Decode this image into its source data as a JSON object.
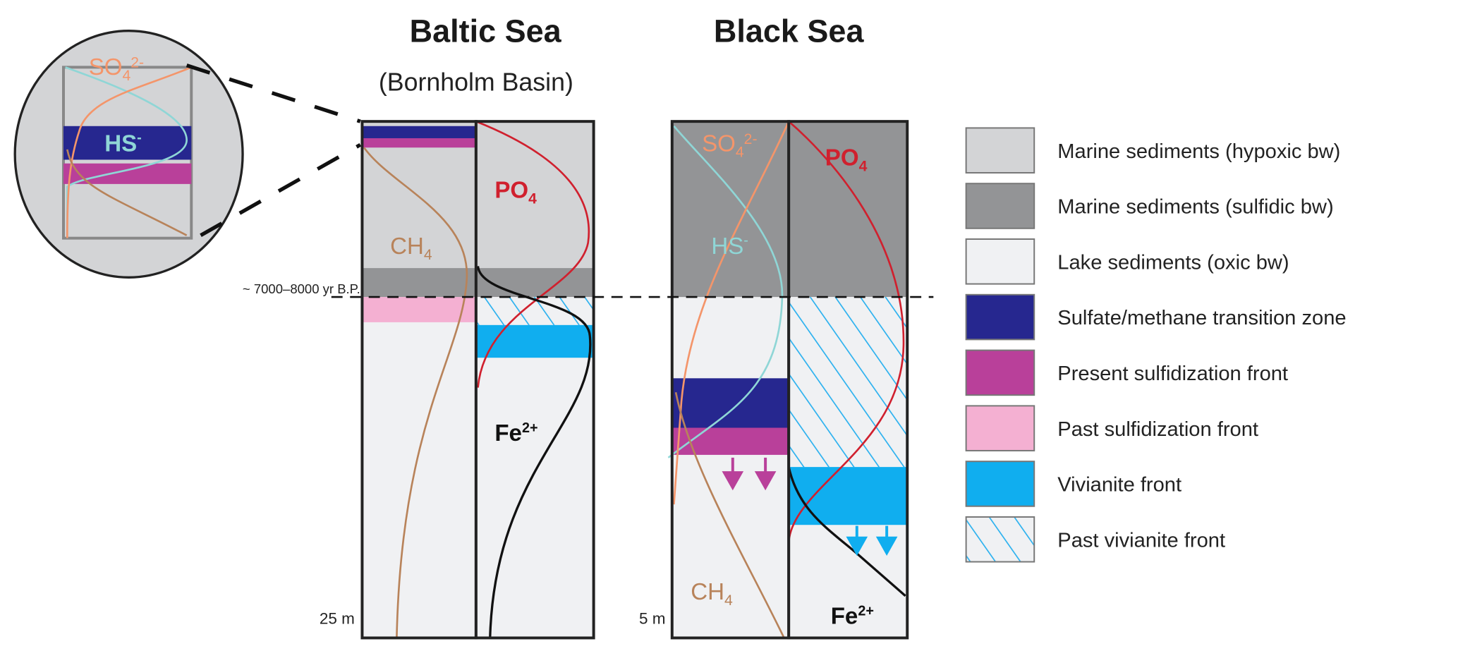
{
  "titles": {
    "baltic": "Baltic Sea",
    "baltic_sub": "(Bornholm Basin)",
    "black": "Black Sea"
  },
  "age_label": "~ 7000–8000 yr B.P.",
  "depth": {
    "baltic": "25 m",
    "black": "5 m"
  },
  "species": {
    "so4": {
      "base": "SO",
      "sub": "4",
      "sup": "2-"
    },
    "hs": {
      "base": "HS",
      "sup": "-"
    },
    "ch4": {
      "base": "CH",
      "sub": "4"
    },
    "po4": {
      "base": "PO",
      "sub": "4"
    },
    "fe": {
      "base": "Fe",
      "sup": "2+"
    }
  },
  "colors": {
    "marine_hypoxic": "#d3d4d6",
    "marine_sulfidic": "#939496",
    "lake": "#f0f1f3",
    "smtz": "#26278f",
    "present_sulfidization": "#b9409a",
    "past_sulfidization": "#f4b0d2",
    "vivianite": "#10aeef",
    "past_vivianite": "#28b0ef",
    "so4": "#f4956a",
    "hs": "#8fd6d6",
    "ch4": "#b8835a",
    "po4": "#d0202e",
    "fe": "#111111"
  },
  "legend": [
    {
      "label": "Marine sediments (hypoxic bw)",
      "fill": "#d3d4d6"
    },
    {
      "label": "Marine sediments (sulfidic bw)",
      "fill": "#939496"
    },
    {
      "label": "Lake sediments (oxic bw)",
      "fill": "#f0f1f3"
    },
    {
      "label": "Sulfate/methane transition zone",
      "fill": "#26278f"
    },
    {
      "label": "Present sulfidization front",
      "fill": "#b9409a"
    },
    {
      "label": "Past sulfidization front",
      "fill": "#f4b0d2"
    },
    {
      "label": "Vivianite front",
      "fill": "#10aeef"
    },
    {
      "label": "Past vivianite front",
      "fill": "hatch"
    }
  ]
}
